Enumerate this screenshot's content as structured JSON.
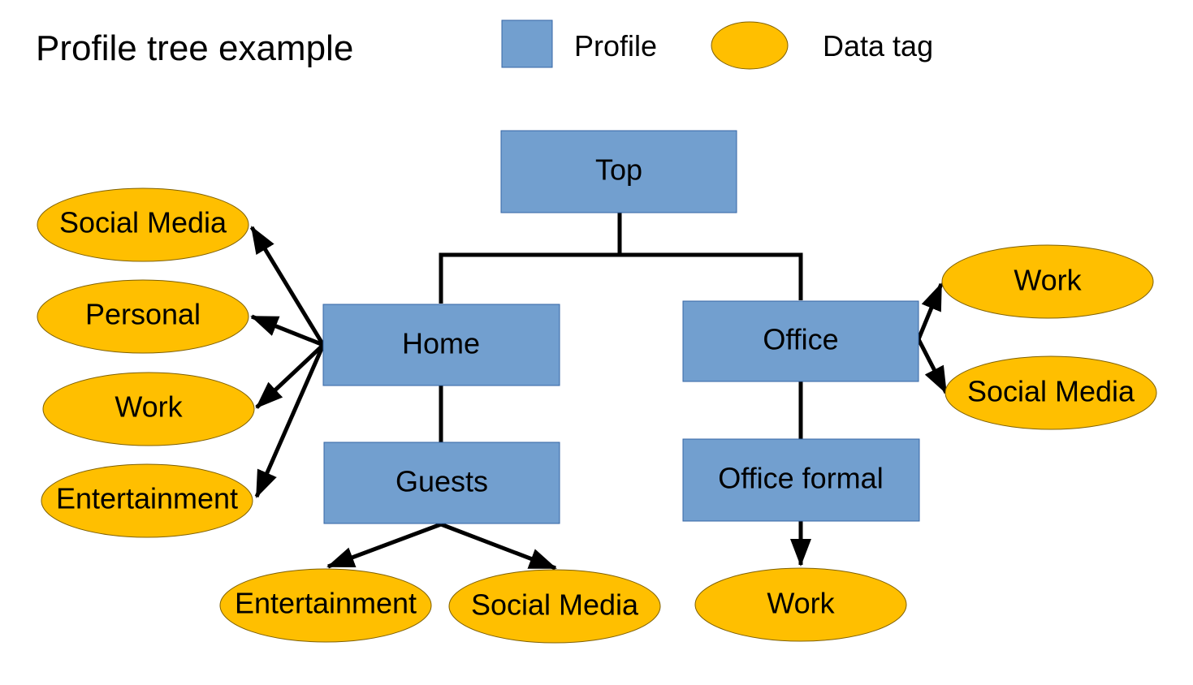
{
  "title": "Profile tree example",
  "legend": {
    "profile_label": "Profile",
    "tag_label": "Data tag",
    "profile_color": "#729fcf",
    "tag_color": "#ffbf00"
  },
  "profiles": {
    "top": "Top",
    "home": "Home",
    "office": "Office",
    "guests": "Guests",
    "office_formal": "Office formal"
  },
  "tags": {
    "home_social_media": "Social Media",
    "home_personal": "Personal",
    "home_work": "Work",
    "home_entertainment": "Entertainment",
    "office_work": "Work",
    "office_social_media": "Social Media",
    "guests_entertainment": "Entertainment",
    "guests_social_media": "Social Media",
    "office_formal_work": "Work"
  }
}
